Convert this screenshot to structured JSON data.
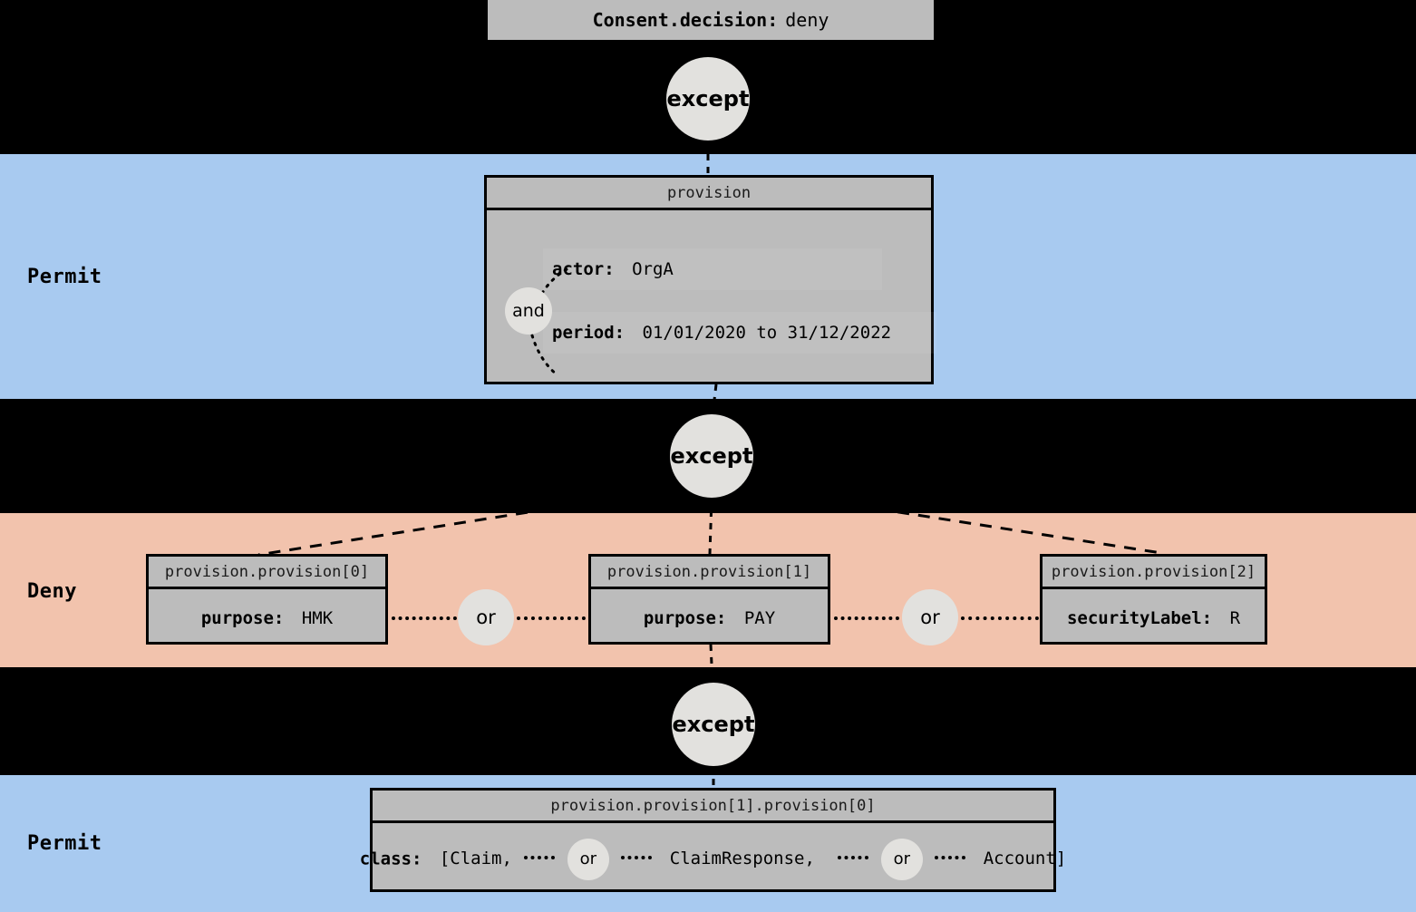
{
  "diagram": {
    "title_banner": {
      "key": "Consent.decision:",
      "value": "deny"
    },
    "bands": [
      {
        "label": "Permit",
        "color": "#a8caf0"
      },
      {
        "label": "Deny",
        "color": "#f2c3ad"
      },
      {
        "label": "Permit",
        "color": "#a8caf0"
      }
    ],
    "operators": {
      "except": "except",
      "or": "or",
      "and": "and"
    },
    "nodes": {
      "provision_root": {
        "header": "provision",
        "rows": [
          {
            "key": "actor:",
            "value": "OrgA"
          },
          {
            "key": "period:",
            "value": "01/01/2020 to 31/12/2022"
          }
        ],
        "join": "and"
      },
      "deny_items": [
        {
          "header": "provision.provision[0]",
          "key": "purpose:",
          "value": "HMK"
        },
        {
          "header": "provision.provision[1]",
          "key": "purpose:",
          "value": "PAY"
        },
        {
          "header": "provision.provision[2]",
          "key": "securityLabel:",
          "value": "R"
        }
      ],
      "permit_leaf": {
        "header": "provision.provision[1].provision[0]",
        "key": "class:",
        "open_bracket": "[Claim,",
        "middle": "ClaimResponse,",
        "close": "Account]"
      }
    },
    "colors": {
      "permit_band": "#a8caf0",
      "deny_band": "#f2c3ad",
      "box_fill": "#bcbcbc",
      "circle_fill": "#e2e1de",
      "background": "#000000"
    }
  }
}
